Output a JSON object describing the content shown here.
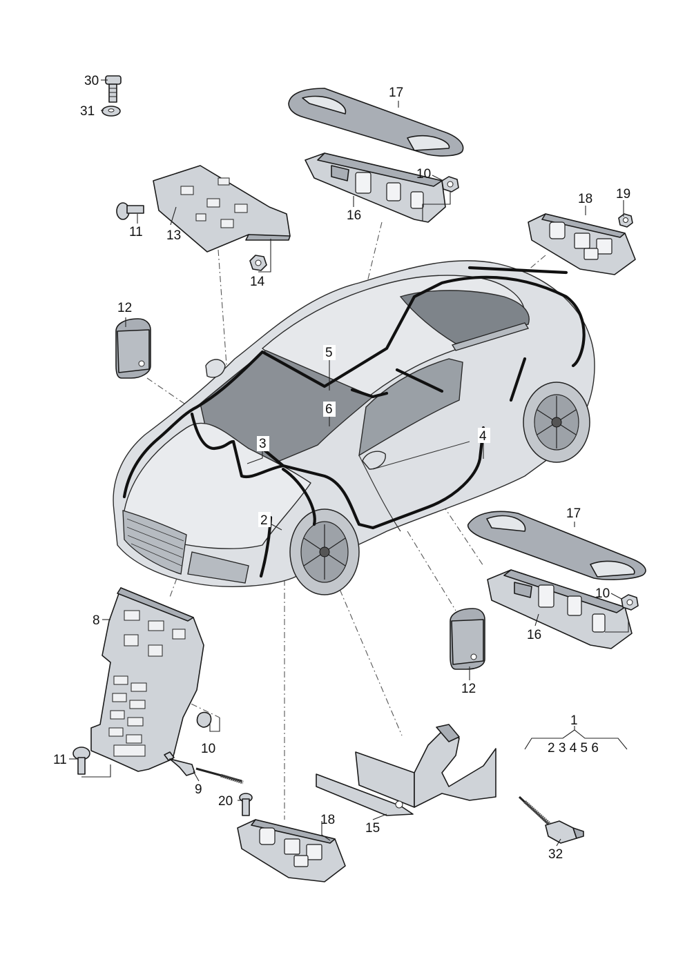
{
  "labels": {
    "l30": "30",
    "l31": "31",
    "l17a": "17",
    "l10a": "10",
    "l16a": "16",
    "l11a": "11",
    "l13": "13",
    "l14": "14",
    "l18a": "18",
    "l19": "19",
    "l12a": "12",
    "l5": "5",
    "l6": "6",
    "l3": "3",
    "l4": "4",
    "l2": "2",
    "l17b": "17",
    "l10b": "10",
    "l16b": "16",
    "l8": "8",
    "l12b": "12",
    "l10c": "10",
    "l11b": "11",
    "l9": "9",
    "l1": "1",
    "l1sub": "2 3 4 5 6",
    "l20": "20",
    "l18b": "18",
    "l15": "15",
    "l32": "32"
  }
}
